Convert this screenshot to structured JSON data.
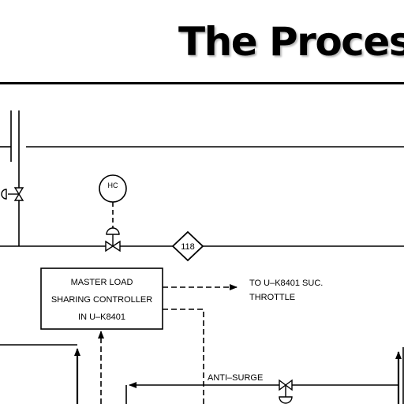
{
  "slide": {
    "title": "The Proces"
  },
  "diagram": {
    "instrument_hc": "HC",
    "tag_118": "118",
    "controller_lines": [
      "MASTER LOAD",
      "SHARING CONTROLLER",
      "IN U–K8401"
    ],
    "to_note_lines": [
      "TO U–K8401 SUC.",
      "THROTTLE"
    ],
    "anti_surge_label": "ANTI–SURGE"
  },
  "colors": {
    "ink": "#000000",
    "background": "#ffffff"
  }
}
